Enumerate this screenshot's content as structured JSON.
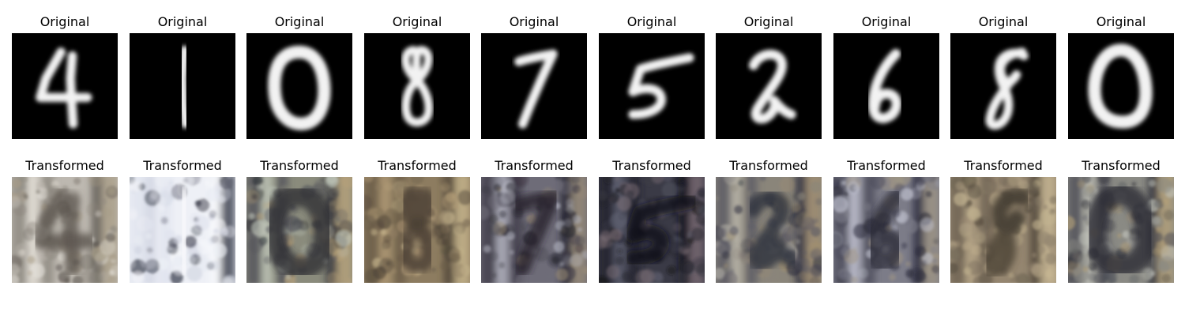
{
  "figure": {
    "rows": [
      {
        "kind": "original",
        "title": "Original",
        "panels": [
          {
            "digit": "4"
          },
          {
            "digit": "1"
          },
          {
            "digit": "0"
          },
          {
            "digit": "8"
          },
          {
            "digit": "7"
          },
          {
            "digit": "5"
          },
          {
            "digit": "2"
          },
          {
            "digit": "6"
          },
          {
            "digit": "8"
          },
          {
            "digit": "0"
          }
        ]
      },
      {
        "kind": "transformed",
        "title": "Transformed",
        "panels": [
          {
            "digit": "4"
          },
          {
            "digit": "1"
          },
          {
            "digit": "0"
          },
          {
            "digit": "8"
          },
          {
            "digit": "7"
          },
          {
            "digit": "5"
          },
          {
            "digit": "2"
          },
          {
            "digit": "6"
          },
          {
            "digit": "8"
          },
          {
            "digit": "0"
          }
        ]
      }
    ],
    "colors": {
      "mnist_background": "#000000",
      "mnist_stroke": "#f2f2f2",
      "transformed_palettes": [
        [
          "#bdb8b0",
          "#8a857c",
          "#e6e2da",
          "#5c5650",
          "#a89c86"
        ],
        [
          "#eef0f6",
          "#dfe3ee",
          "#cfd3e0",
          "#f7f8fb",
          "#2e3040"
        ],
        [
          "#8a8b7c",
          "#4f5058",
          "#c2c8bc",
          "#2e2f36",
          "#b8a27a"
        ],
        [
          "#8d7c60",
          "#6a5c48",
          "#b09a76",
          "#4a4034",
          "#c9b890"
        ],
        [
          "#6e6c78",
          "#3c3a46",
          "#b8bac6",
          "#24232c",
          "#9a8c76"
        ],
        [
          "#3a3a46",
          "#22222c",
          "#5e6070",
          "#141418",
          "#7c6e76"
        ],
        [
          "#8a857a",
          "#5a5864",
          "#bcb8ae",
          "#2c2e3c",
          "#a08e70"
        ],
        [
          "#7c7c88",
          "#4a4a5a",
          "#c4c6d4",
          "#2a2a38",
          "#a09684"
        ],
        [
          "#958670",
          "#6c6252",
          "#b8a88a",
          "#4a4236",
          "#c8b894"
        ],
        [
          "#8a8a84",
          "#4c4e56",
          "#c4c6be",
          "#2c2d34",
          "#b4a078"
        ]
      ]
    }
  }
}
